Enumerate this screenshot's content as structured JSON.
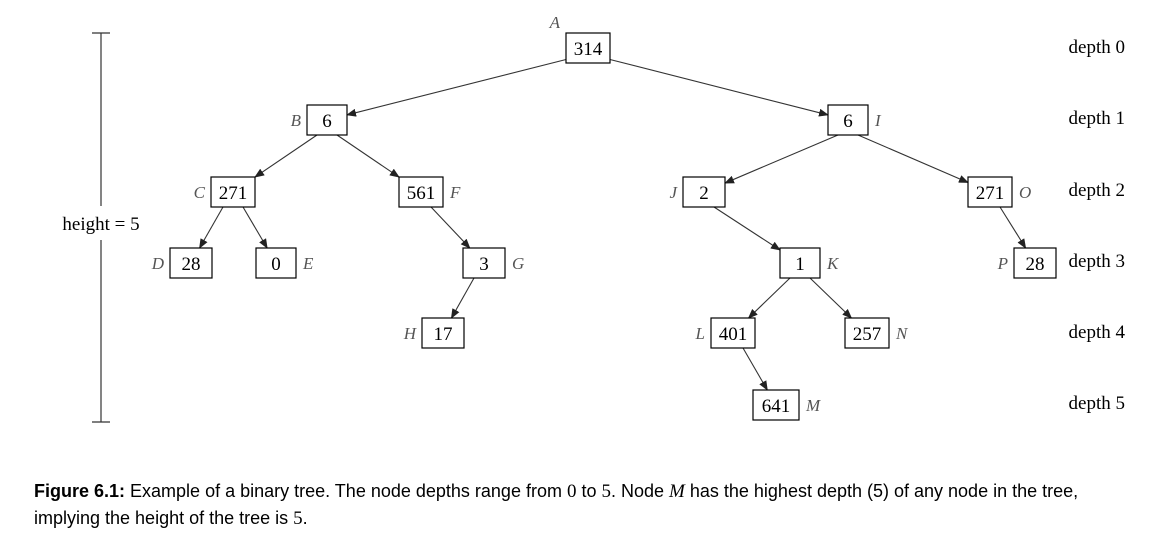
{
  "diagram": {
    "height_label": "height = 5",
    "depth_labels": [
      "depth 0",
      "depth 1",
      "depth 2",
      "depth 3",
      "depth 4",
      "depth 5"
    ],
    "nodes": [
      {
        "id": "A",
        "letter": "A",
        "value": "314",
        "depth": 0,
        "letter_side": "left"
      },
      {
        "id": "B",
        "letter": "B",
        "value": "6",
        "depth": 1,
        "letter_side": "left"
      },
      {
        "id": "I",
        "letter": "I",
        "value": "6",
        "depth": 1,
        "letter_side": "right"
      },
      {
        "id": "C",
        "letter": "C",
        "value": "271",
        "depth": 2,
        "letter_side": "left"
      },
      {
        "id": "F",
        "letter": "F",
        "value": "561",
        "depth": 2,
        "letter_side": "right"
      },
      {
        "id": "J",
        "letter": "J",
        "value": "2",
        "depth": 2,
        "letter_side": "left"
      },
      {
        "id": "O",
        "letter": "O",
        "value": "271",
        "depth": 2,
        "letter_side": "right"
      },
      {
        "id": "D",
        "letter": "D",
        "value": "28",
        "depth": 3,
        "letter_side": "left"
      },
      {
        "id": "E",
        "letter": "E",
        "value": "0",
        "depth": 3,
        "letter_side": "right"
      },
      {
        "id": "G",
        "letter": "G",
        "value": "3",
        "depth": 3,
        "letter_side": "right"
      },
      {
        "id": "K",
        "letter": "K",
        "value": "1",
        "depth": 3,
        "letter_side": "right"
      },
      {
        "id": "P",
        "letter": "P",
        "value": "28",
        "depth": 3,
        "letter_side": "left"
      },
      {
        "id": "H",
        "letter": "H",
        "value": "17",
        "depth": 4,
        "letter_side": "left"
      },
      {
        "id": "L",
        "letter": "L",
        "value": "401",
        "depth": 4,
        "letter_side": "left"
      },
      {
        "id": "N",
        "letter": "N",
        "value": "257",
        "depth": 4,
        "letter_side": "right"
      },
      {
        "id": "M",
        "letter": "M",
        "value": "641",
        "depth": 5,
        "letter_side": "right"
      }
    ],
    "edges": [
      {
        "from": "A",
        "to": "B"
      },
      {
        "from": "A",
        "to": "I"
      },
      {
        "from": "B",
        "to": "C"
      },
      {
        "from": "B",
        "to": "F"
      },
      {
        "from": "C",
        "to": "D"
      },
      {
        "from": "C",
        "to": "E"
      },
      {
        "from": "F",
        "to": "G"
      },
      {
        "from": "G",
        "to": "H"
      },
      {
        "from": "I",
        "to": "J"
      },
      {
        "from": "I",
        "to": "O"
      },
      {
        "from": "J",
        "to": "K"
      },
      {
        "from": "K",
        "to": "L"
      },
      {
        "from": "K",
        "to": "N"
      },
      {
        "from": "L",
        "to": "M"
      },
      {
        "from": "O",
        "to": "P"
      }
    ]
  },
  "caption": {
    "label": "Figure 6.1:",
    "t1": " Example of a binary tree. The node depths range from ",
    "m1": "0",
    "t2": " to ",
    "m2": "5",
    "t3": ". Node ",
    "m3": "M",
    "t4": " has the highest depth (5) of any node in the tree, implying the height of the tree is ",
    "m4": "5",
    "t5": "."
  }
}
